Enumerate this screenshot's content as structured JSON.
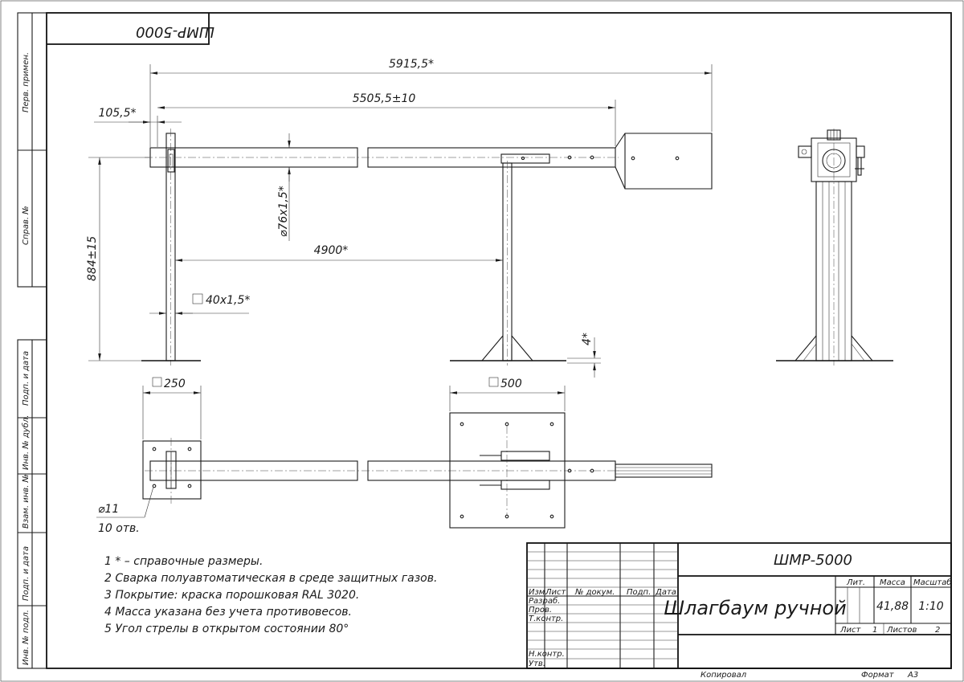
{
  "stamp_code": "ШМР-5000",
  "dimensions": {
    "overall_length": "5915,5*",
    "beam_length": "5505,5±10",
    "offset": "105,5*",
    "pipe_diameter": "⌀76х1,5*",
    "span": "4900*",
    "height": "884±15",
    "post_profile": "40х1,5*",
    "gap": "4*",
    "base_small": "250",
    "base_large": "500",
    "hole_diameter": "⌀11",
    "hole_count": "10 отв."
  },
  "notes": [
    "1  * – справочные размеры.",
    "2  Сварка полуавтоматическая в среде защитных газов.",
    "3  Покрытие: краска порошковая RAL 3020.",
    "4  Масса указана без учета противовесов.",
    "5  Угол стрелы в открытом состоянии 80°"
  ],
  "side_labels": {
    "perv_primen": "Перв. примен.",
    "sprav_no": "Справ. №",
    "podp_data_1": "Подп. и дата",
    "inv_dubl": "Инв. № дубл.",
    "vzam_inv": "Взам. инв. №",
    "podp_data_2": "Подп. и дата",
    "inv_podl": "Инв. № подл."
  },
  "title_block": {
    "designation": "ШМР-5000",
    "name": "Шлагбаум ручной",
    "col_izm": "Изм.",
    "col_list": "Лист",
    "col_dokum": "№ докум.",
    "col_podp": "Подп.",
    "col_data": "Дата",
    "row_razrab": "Разраб.",
    "row_prov": "Пров.",
    "row_tkontr": "Т.контр.",
    "row_nkontr": "Н.контр.",
    "row_utv": "Утв.",
    "lit_label": "Лит.",
    "mass_label": "Масса",
    "scale_label": "Масштаб",
    "mass_value": "41,88",
    "scale_value": "1:10",
    "sheet_label": "Лист",
    "sheet_value": "1",
    "sheets_label": "Листов",
    "sheets_value": "2",
    "copied": "Копировал",
    "format_label": "Формат",
    "format_value": "А3"
  }
}
